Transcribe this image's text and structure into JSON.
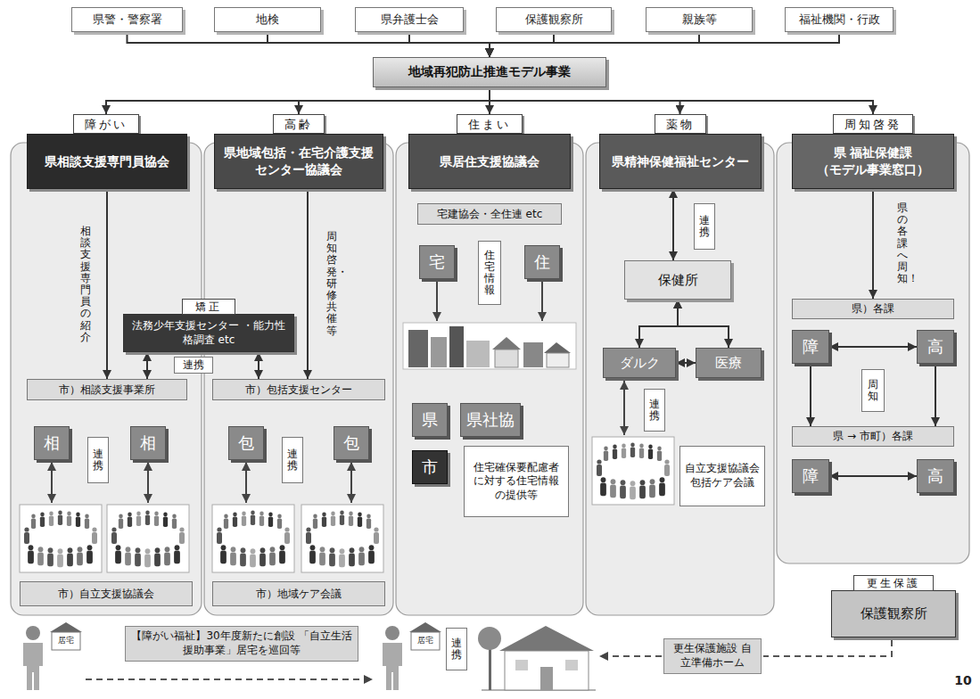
{
  "diagram": {
    "nodes": [
      {
        "text": [
          "県警・警察署"
        ]
      },
      {
        "text": [
          "地検"
        ]
      },
      {
        "text": [
          "県弁護士会"
        ]
      },
      {
        "text": [
          "保護観察所"
        ]
      },
      {
        "text": [
          "親族等"
        ]
      },
      {
        "text": [
          "福祉機関・行政"
        ]
      },
      {
        "text": [
          "地域再犯防止推進モデル事業"
        ]
      },
      {
        "text": [
          "障がい"
        ]
      },
      {
        "text": [
          "県相談支援専門員協会"
        ],
        "in": 7
      },
      {
        "text": [
          "市）相談支援事業所"
        ],
        "in": 7
      },
      {
        "text": [
          "相"
        ],
        "in": 7
      },
      {
        "text": [
          "連携"
        ],
        "in": 7
      },
      {
        "text": [
          "相"
        ],
        "in": 7
      },
      {
        "text": [
          "市）自立支援協議会"
        ],
        "in": 7
      },
      {
        "text": [
          "高齢"
        ]
      },
      {
        "text": [
          "県地域包括・在宅介護支援センター協議会"
        ],
        "in": 14
      },
      {
        "text": [
          "市）包括支援センター"
        ],
        "in": 14
      },
      {
        "text": [
          "包"
        ],
        "in": 14
      },
      {
        "text": [
          "連携"
        ],
        "in": 14
      },
      {
        "text": [
          "包"
        ],
        "in": 14
      },
      {
        "text": [
          "市）地域ケア会議"
        ],
        "in": 14
      },
      {
        "text": [
          "矯正",
          "法務少年支援センター ・能力性格調査 etc"
        ]
      },
      {
        "text": [
          "連携"
        ]
      },
      {
        "text": [
          "住まい"
        ]
      },
      {
        "text": [
          "県居住支援協議会"
        ],
        "in": 23
      },
      {
        "text": [
          "宅建協会・全住連 etc"
        ],
        "in": 23
      },
      {
        "text": [
          "宅"
        ],
        "in": 23
      },
      {
        "text": [
          "住宅情報"
        ],
        "in": 23
      },
      {
        "text": [
          "住"
        ],
        "in": 23
      },
      {
        "text": [
          "県"
        ],
        "in": 23
      },
      {
        "text": [
          "県社協"
        ],
        "in": 23
      },
      {
        "text": [
          "市"
        ],
        "in": 23
      },
      {
        "text": [
          "住宅確保要配慮者に対する住宅情報の提供等"
        ],
        "in": 23
      },
      {
        "text": [
          "薬物"
        ]
      },
      {
        "text": [
          "県精神保健福祉センター"
        ],
        "in": 33
      },
      {
        "text": [
          "連携"
        ],
        "in": 33
      },
      {
        "text": [
          "保健所"
        ],
        "in": 33
      },
      {
        "text": [
          "ダルク"
        ],
        "in": 33
      },
      {
        "text": [
          "医療"
        ],
        "in": 33
      },
      {
        "text": [
          "連携"
        ],
        "in": 33
      },
      {
        "text": [
          "自立支援協議会",
          "包括ケア会議"
        ],
        "in": 33
      },
      {
        "text": [
          "周知啓発"
        ]
      },
      {
        "text": [
          "県 福祉保健課",
          "（モデル事業窓口）"
        ],
        "in": 41
      },
      {
        "text": [
          "県）各課"
        ],
        "in": 41
      },
      {
        "text": [
          "障"
        ],
        "in": 41
      },
      {
        "text": [
          "高"
        ],
        "in": 41
      },
      {
        "text": [
          "周知"
        ],
        "in": 41
      },
      {
        "text": [
          "県 → 市町）各課"
        ],
        "in": 41
      },
      {
        "text": [
          "障"
        ],
        "in": 41
      },
      {
        "text": [
          "高"
        ],
        "in": 41
      },
      {
        "text": [
          "【障がい福祉】30年度新たに創設 「自立生活援助事業」居宅を巡回等"
        ]
      },
      {
        "text": [
          "連携"
        ]
      },
      {
        "text": [
          "更生保護施設 自立準備ホーム"
        ]
      },
      {
        "text": [
          "更生保護",
          "保護観察所"
        ]
      }
    ],
    "edges": [
      {
        "from": 0,
        "to": 6,
        "arrow": "to"
      },
      {
        "from": 1,
        "to": 6,
        "arrow": "to"
      },
      {
        "from": 2,
        "to": 6,
        "arrow": "to"
      },
      {
        "from": 3,
        "to": 6,
        "arrow": "to"
      },
      {
        "from": 4,
        "to": 6,
        "arrow": "to"
      },
      {
        "from": 5,
        "to": 6,
        "arrow": "to"
      },
      {
        "from": 6,
        "to": 7,
        "arrow": "to"
      },
      {
        "from": 6,
        "to": 14,
        "arrow": "to"
      },
      {
        "from": 6,
        "to": 23,
        "arrow": "to"
      },
      {
        "from": 6,
        "to": 33,
        "arrow": "to"
      },
      {
        "from": 6,
        "to": 41,
        "arrow": "to"
      },
      {
        "from": 8,
        "to": 9,
        "arrow": "to",
        "label": "相談支援専門員の紹介"
      },
      {
        "from": 21,
        "to": 9,
        "arrow": "both"
      },
      {
        "from": 21,
        "to": 16,
        "arrow": "both"
      },
      {
        "from": 15,
        "to": 16,
        "arrow": "to",
        "label": "周知啓発・研修共催等"
      },
      {
        "from": 34,
        "to": 36,
        "arrow": "both"
      },
      {
        "from": 36,
        "to": 37,
        "arrow": "both"
      },
      {
        "from": 36,
        "to": 38,
        "arrow": "both"
      },
      {
        "from": 37,
        "to": 38,
        "arrow": "both"
      },
      {
        "from": 42,
        "to": 43,
        "arrow": "to",
        "label": "県の各課へ周知！"
      },
      {
        "from": 44,
        "to": 45,
        "arrow": "both"
      },
      {
        "from": 44,
        "to": 47,
        "arrow": "to"
      },
      {
        "from": 45,
        "to": 47,
        "arrow": "to"
      },
      {
        "from": 48,
        "to": 49,
        "arrow": "both"
      }
    ],
    "labels": [
      "居宅",
      "居宅",
      "10"
    ]
  }
}
